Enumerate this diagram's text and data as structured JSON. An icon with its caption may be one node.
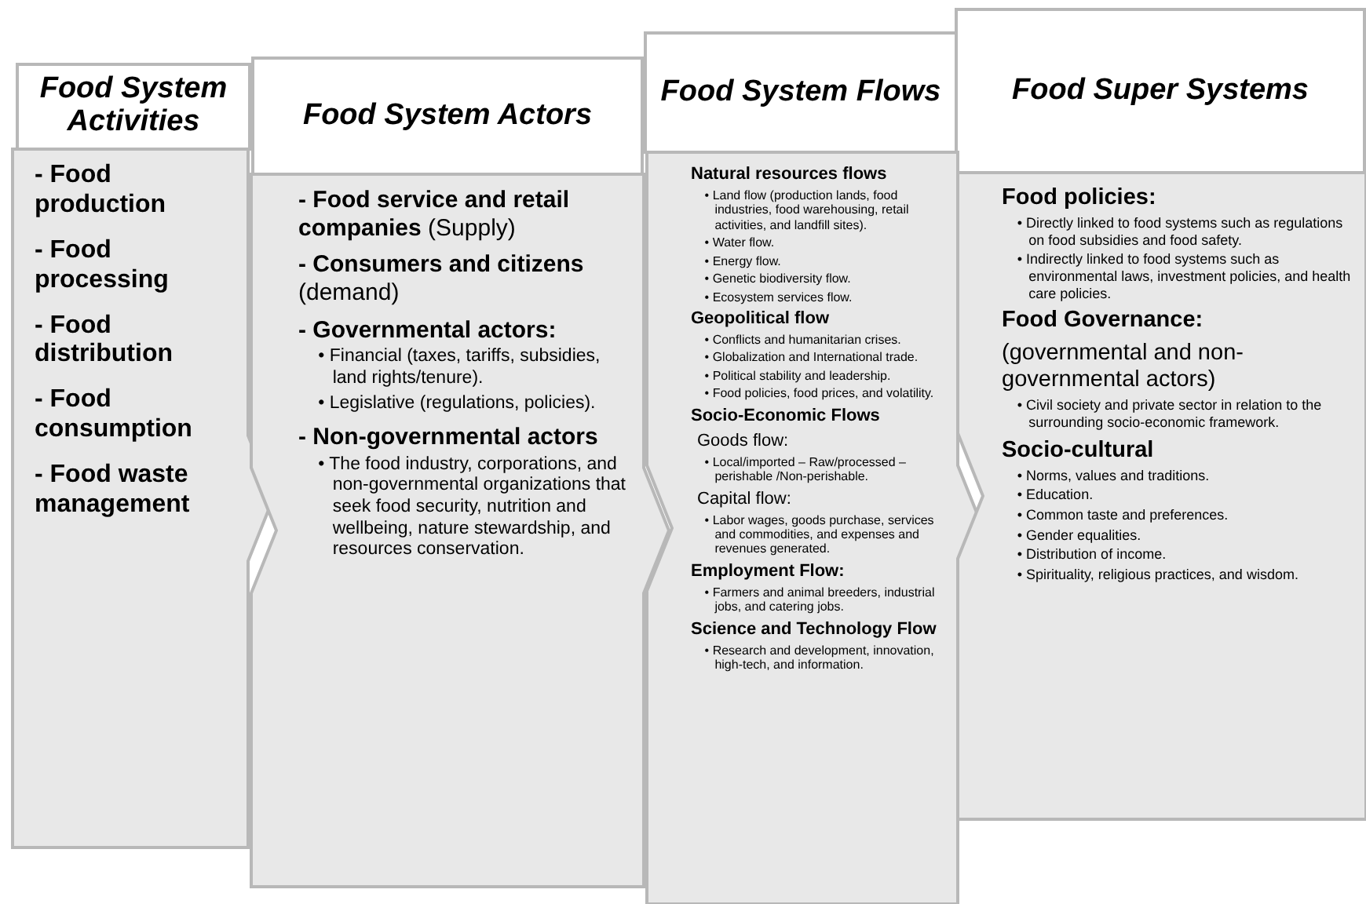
{
  "diagram": {
    "nodes": [
      {
        "text": [
          "Food System Activities"
        ]
      },
      {
        "text": [
          "- Food production",
          "- Food processing",
          "- Food distribution",
          "- Food consumption",
          "- Food waste management"
        ]
      },
      {
        "text": [
          "Food System Actors"
        ]
      },
      {
        "text": [
          "**- Food service and retail companies** (Supply)",
          "**- Consumers and citizens** (demand)",
          "- Governmental actors:",
          "• Financial (taxes, tariffs, subsidies, land rights/tenure).",
          "• Legislative (regulations, policies).",
          "- Non-governmental actors",
          "• The food industry, corporations, and non-governmental organizations that seek food security, nutrition and wellbeing, nature stewardship, and resources conservation."
        ]
      },
      {
        "text": [
          "Food System Flows"
        ]
      },
      {
        "text": [
          "Natural resources flows",
          "• Land flow (production lands, food industries, food warehousing, retail activities, and landfill sites).",
          "• Water flow.",
          "• Energy flow.",
          "• Genetic biodiversity flow.",
          "• Ecosystem services flow.",
          "Geopolitical flow",
          "• Conflicts and humanitarian crises.",
          "• Globalization and International trade.",
          "• Political stability and leadership.",
          "• Food policies, food prices, and volatility.",
          "Socio-Economic Flows",
          "Goods flow:",
          "• Local/imported – Raw/processed – perishable /Non-perishable.",
          "Capital flow:",
          "• Labor wages, goods purchase, services and commodities, and expenses and revenues generated.",
          "Employment Flow:",
          "• Farmers and animal breeders, industrial jobs, and catering jobs.",
          "Science and Technology Flow",
          "• Research and development, innovation, high-tech, and information."
        ]
      },
      {
        "text": [
          "Food Super Systems"
        ]
      },
      {
        "text": [
          "Food policies:",
          "• Directly linked to food systems such as regulations on food subsidies and food safety.",
          "• Indirectly linked to food systems such as environmental laws, investment policies, and health care policies.",
          "Food Governance:",
          "(governmental and non-governmental actors)",
          "• Civil society and private sector in relation to the surrounding socio-economic framework.",
          "Socio-cultural",
          "• Norms, values and traditions.",
          "• Education.",
          "• Common taste and preferences.",
          "• Gender equalities.",
          "• Distribution of income.",
          "• Spirituality, religious practices, and wisdom."
        ]
      }
    ]
  }
}
